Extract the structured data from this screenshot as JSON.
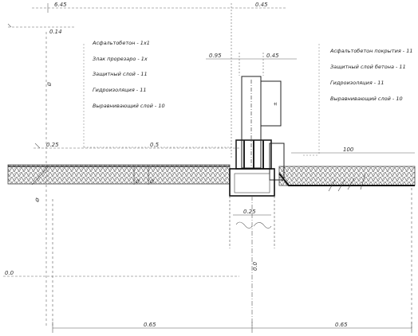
{
  "labels": {
    "left": {
      "l1": "Асфальтобетон - 1х1",
      "l2": "Злак прорезаро - 1х",
      "l3": "Защитный слой - 11",
      "l4": "Гидроизоляция - 11",
      "l5": "Выравнивающий слой - 10"
    },
    "right": {
      "r1": "Асфальтобетон покрытия - 11",
      "r2": "Защитный слой бетона - 11",
      "r3": "Гидроизоляция - 11",
      "r4": "Выравнивающий слой - 10"
    }
  },
  "dims": {
    "top_left": "6.45",
    "top_right": "0.45",
    "block_top": "0.95",
    "left_mark": "0.14",
    "elev_left": "0.25",
    "span_mid": "0.5",
    "right_span": "100",
    "base_width": "0.25",
    "depth": "0.0",
    "bottom_left": "0.65",
    "bottom_right": "0.65",
    "bottom_left_mark": "0.0"
  }
}
